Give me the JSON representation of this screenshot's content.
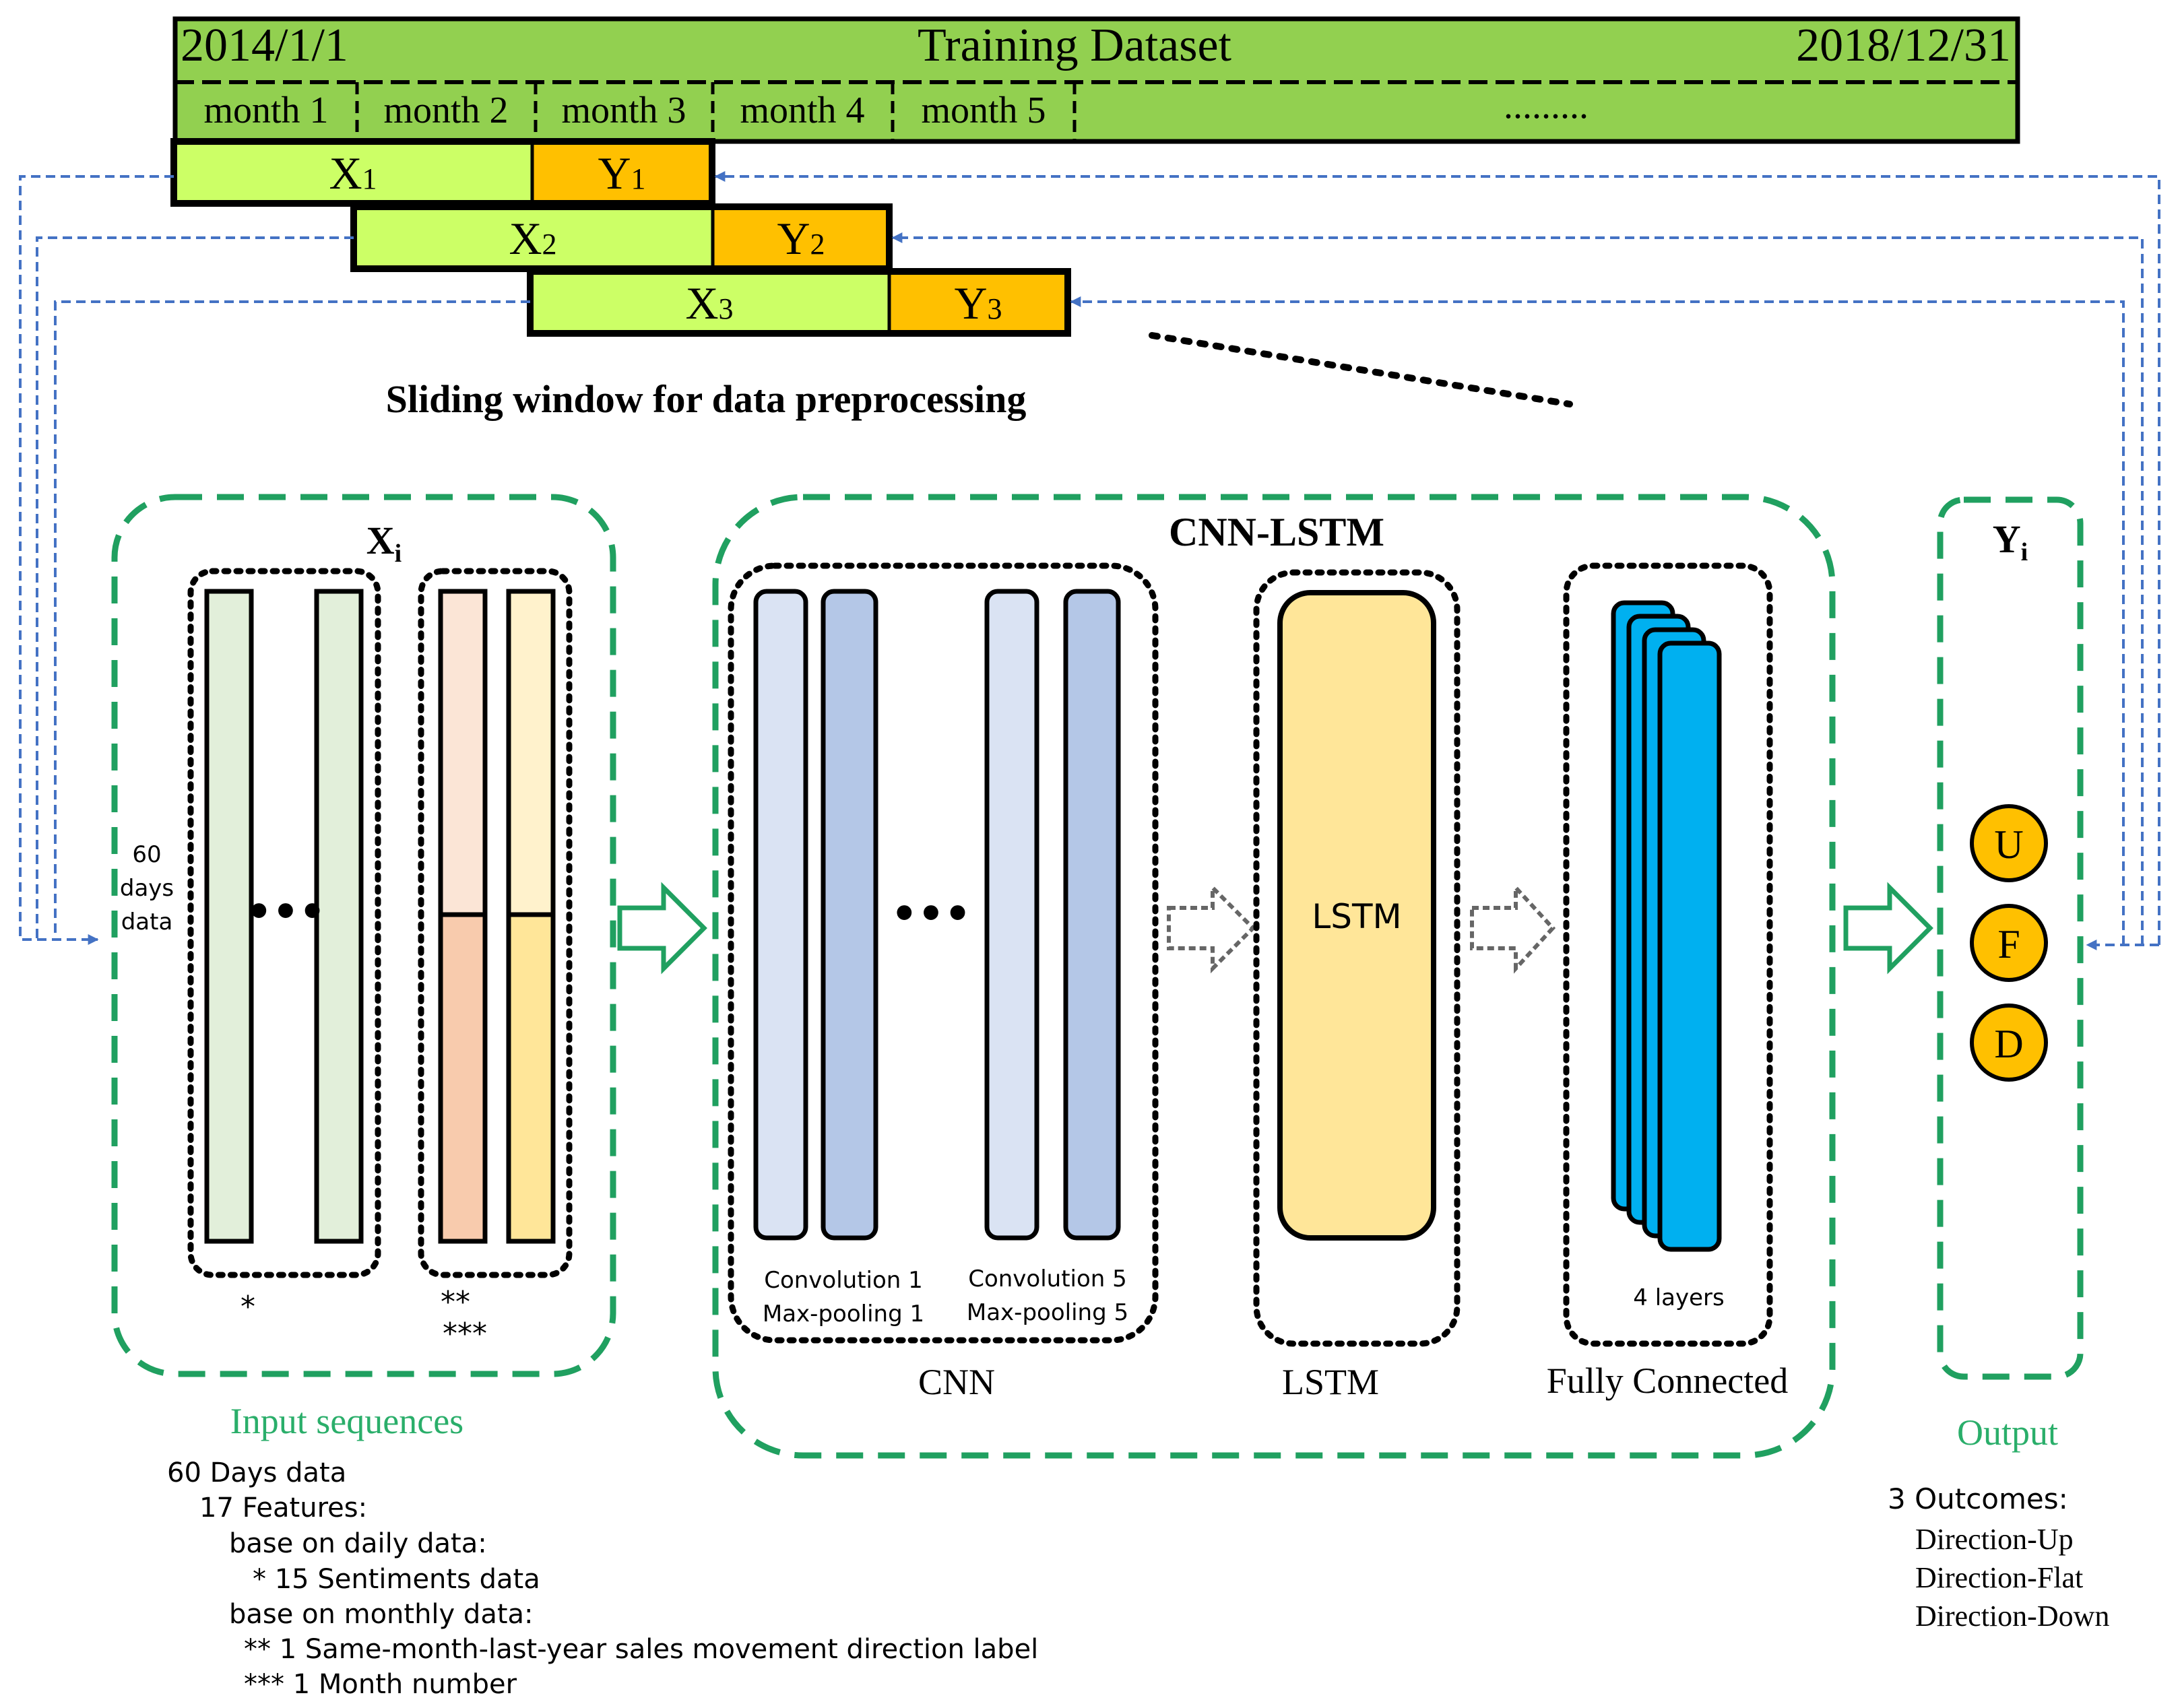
{
  "dataset": {
    "start_date": "2014/1/1",
    "title": "Training Dataset",
    "end_date": "2018/12/31",
    "months": [
      "month 1",
      "month 2",
      "month 3",
      "month 4",
      "month 5",
      "........."
    ]
  },
  "windows": [
    {
      "x": "X",
      "y": "Y",
      "index": "1"
    },
    {
      "x": "X",
      "y": "Y",
      "index": "2"
    },
    {
      "x": "X",
      "y": "Y",
      "index": "3"
    }
  ],
  "sliding_caption": "Sliding window for data preprocessing",
  "input_panel": {
    "title_main": "X",
    "title_sub": "i",
    "days_label": [
      "60",
      "days",
      "data"
    ],
    "dots": "•••",
    "star_marks": [
      "*",
      "**",
      "***"
    ],
    "caption": "Input sequences"
  },
  "cnn_lstm": {
    "title": "CNN-LSTM",
    "dots": "•••",
    "conv1": [
      "Convolution  1",
      "Max-pooling 1"
    ],
    "conv5": [
      "Convolution  5",
      "Max-pooling 5"
    ],
    "cnn_label": "CNN",
    "lstm_block": "LSTM",
    "lstm_label": "LSTM",
    "fc_layers": "4 layers",
    "fc_label": "Fully Connected"
  },
  "output_panel": {
    "title_main": "Y",
    "title_sub": "i",
    "outcomes": [
      "U",
      "F",
      "D"
    ],
    "caption": "Output"
  },
  "notes_left": [
    "60 Days data",
    "17 Features:",
    "base on daily data:",
    "*  15 Sentiments data",
    "base on monthly data:",
    "**   1 Same-month-last-year sales movement direction label",
    "*** 1 Month number"
  ],
  "notes_right": [
    "3 Outcomes:",
    "Direction-Up",
    "Direction-Flat",
    "Direction-Down"
  ],
  "colors": {
    "dataset_green": "#92D050",
    "window_x": "#CCFF66",
    "window_y": "#FFC000",
    "panel_dash": "#20A060",
    "caption_green": "#2AAE6A",
    "arrow_blue": "#4472C4",
    "cnn_light": "#DAE3F3",
    "cnn_mid": "#B4C7E7",
    "lstm_fill": "#FFE699",
    "fc_blue": "#00B0F0",
    "bar_green": "#E2EFDA",
    "bar_peach_top": "#FBE5D6",
    "bar_peach_bottom": "#F8CBAD",
    "bar_yellow_top": "#FFF2CC",
    "bar_yellow_bottom": "#FFE699",
    "outcome_orange": "#FFC000"
  }
}
